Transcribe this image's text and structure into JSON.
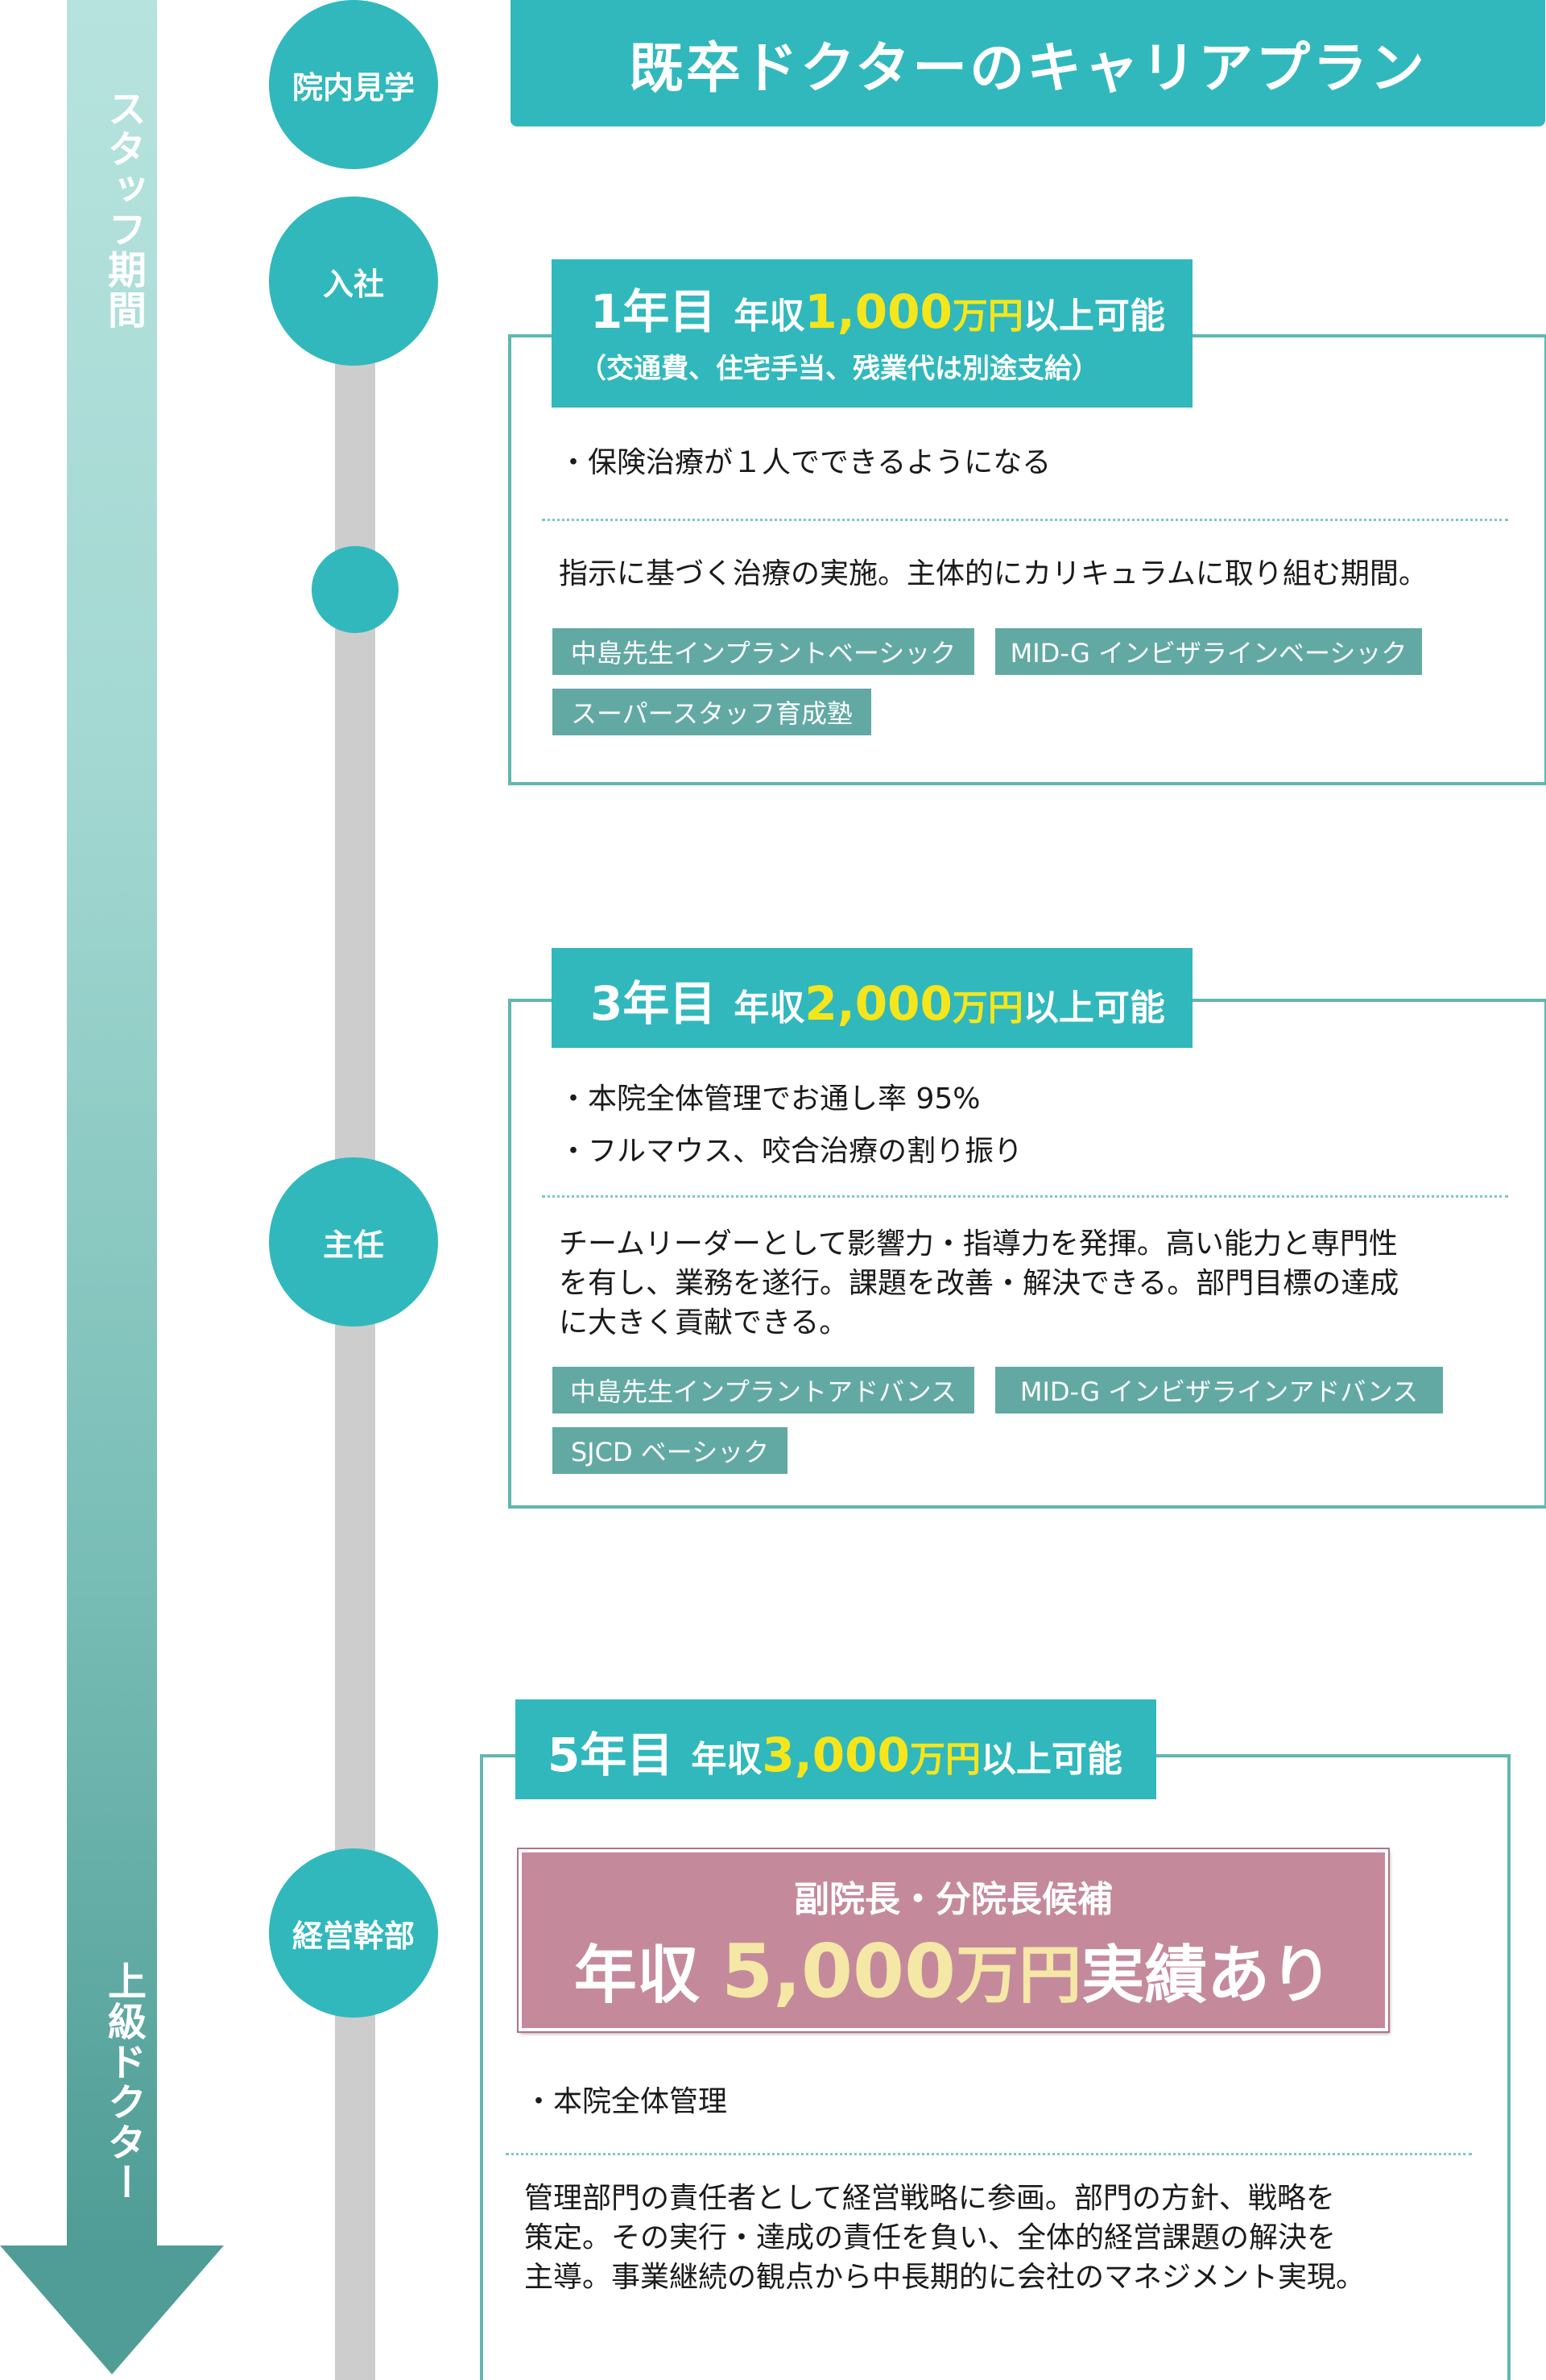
{
  "title": "既卒ドクターのキャリアプラン",
  "side_arrow": {
    "top_label": "スタッフ期間",
    "bottom_label": "上級ドクター"
  },
  "timeline_nodes": {
    "visit": "院内見学",
    "join": "入社",
    "chief": "主任",
    "executive": "経営幹部"
  },
  "year1": {
    "year": "1年目",
    "salary_prefix": "年収",
    "salary_amount": "1,000",
    "salary_unit": "万円",
    "salary_suffix": "以上可能",
    "note": "（交通費、住宅手当、残業代は別途支給）",
    "bullets": [
      "・保険治療が１人でできるようになる"
    ],
    "description": [
      "指示に基づく治療の実施。主体的にカリキュラムに取り組む期間。"
    ],
    "tags": [
      "中島先生インプラントベーシック",
      "MID-G インビザラインベーシック",
      "スーパースタッフ育成塾"
    ]
  },
  "year3": {
    "year": "3年目",
    "salary_prefix": "年収",
    "salary_amount": "2,000",
    "salary_unit": "万円",
    "salary_suffix": "以上可能",
    "bullets": [
      "・本院全体管理でお通し率 95%",
      "・フルマウス、咬合治療の割り振り"
    ],
    "description": [
      "チームリーダーとして影響力・指導力を発揮。高い能力と専門性",
      "を有し、業務を遂行。課題を改善・解決できる。部門目標の達成",
      "に大きく貢献できる。"
    ],
    "tags": [
      "中島先生インプラントアドバンス",
      "MID-G インビザラインアドバンス",
      "SJCD ベーシック"
    ]
  },
  "year5": {
    "year": "5年目",
    "salary_prefix": "年収",
    "salary_amount": "3,000",
    "salary_unit": "万円",
    "salary_suffix": "以上可能",
    "highlight": {
      "subtitle": "副院長・分院長候補",
      "prefix": "年収",
      "amount": "5,000",
      "unit": "万円",
      "suffix": "実績あり"
    },
    "bullets": [
      "・本院全体管理"
    ],
    "description": [
      "管理部門の責任者として経営戦略に参画。部門の方針、戦略を",
      "策定。その実行・達成の責任を負い、全体的経営課題の解決を",
      "主導。事業継続の観点から中長期的に会社のマネジメント実現。"
    ]
  },
  "colors": {
    "teal": "#31b8bc",
    "card_border": "#61b7b1",
    "tag_bg": "#62a9a4",
    "salary_highlight": "#f5e61b",
    "pink_box": "#c48a9c",
    "track": "#cdcdcd"
  }
}
